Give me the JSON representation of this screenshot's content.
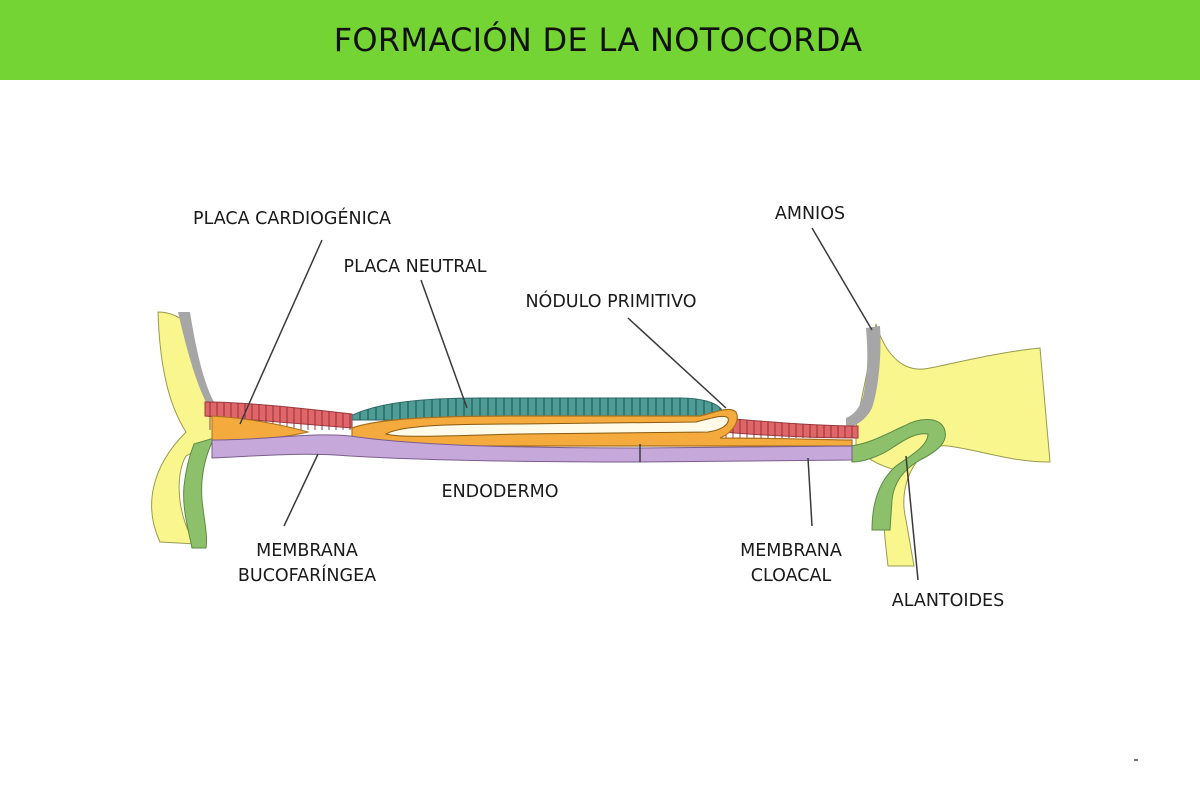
{
  "header": {
    "title": "FORMACIÓN DE LA NOTOCORDA"
  },
  "colors": {
    "header_bg": "#73d433",
    "ectoderm_yellow": "#f8f68c",
    "amnios_gray": "#a6a6a6",
    "cardiogenic_red": "#e0666a",
    "neural_plate_teal": "#4e9c96",
    "mesoderm_orange": "#f4aa3c",
    "endoderm_lilac": "#c7a8da",
    "allantois_green": "#8cc06a"
  },
  "labels": {
    "placa_cardiogenica": "PLACA CARDIOGÉNICA",
    "placa_neutral": "PLACA NEUTRAL",
    "nodulo_primitivo": "NÓDULO PRIMITIVO",
    "amnios": "AMNIOS",
    "endodermo": "ENDODERMO",
    "membrana_bucofaringea_1": "MEMBRANA",
    "membrana_bucofaringea_2": "BUCOFARÍNGEA",
    "membrana_cloacal_1": "MEMBRANA",
    "membrana_cloacal_2": "CLOACAL",
    "alantoides": "ALANTOIDES"
  }
}
